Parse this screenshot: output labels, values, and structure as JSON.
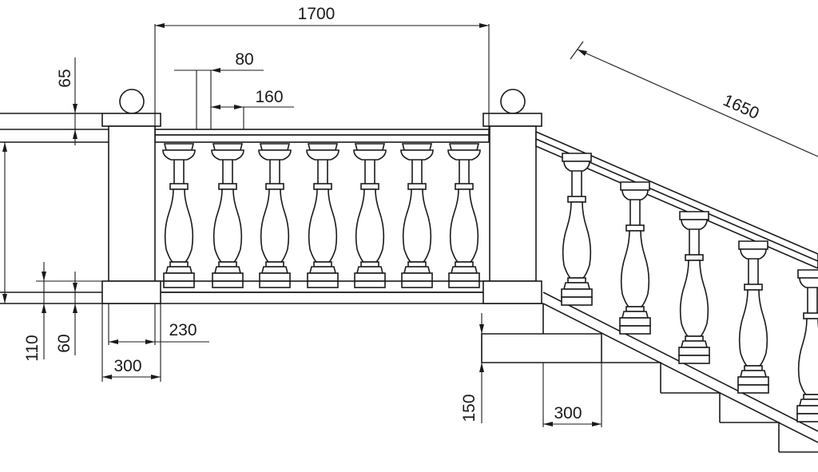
{
  "dimensions": {
    "top_span": "1700",
    "post_width_small": "80",
    "post_offset": "160",
    "cap_height": "65",
    "base_height": "110",
    "plinth_height": "60",
    "pillar_inner": "230",
    "pillar_outer": "300",
    "stair_length": "1650",
    "step_rise": "150",
    "step_tread": "300"
  },
  "colors": {
    "line": "#1a1a1a",
    "background": "#ffffff"
  }
}
